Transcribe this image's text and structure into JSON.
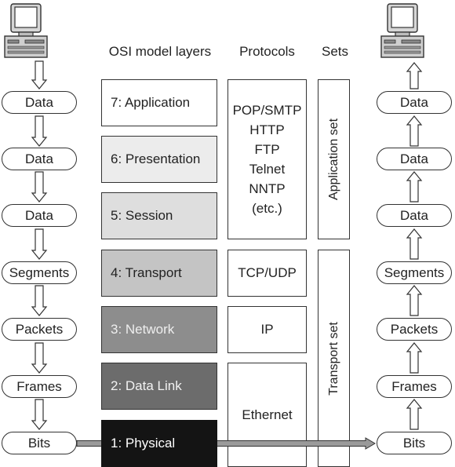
{
  "headers": {
    "layers": "OSI model layers",
    "protocols": "Protocols",
    "sets": "Sets"
  },
  "left_column": [
    "Data",
    "Data",
    "Data",
    "Segments",
    "Packets",
    "Frames",
    "Bits"
  ],
  "right_column": [
    "Data",
    "Data",
    "Data",
    "Segments",
    "Packets",
    "Frames",
    "Bits"
  ],
  "layers": [
    {
      "label": "7: Application",
      "fill": "#ffffff",
      "text_color": "#222222"
    },
    {
      "label": "6: Presentation",
      "fill": "#ececec",
      "text_color": "#222222"
    },
    {
      "label": "5: Session",
      "fill": "#dedede",
      "text_color": "#222222"
    },
    {
      "label": "4: Transport",
      "fill": "#c4c4c4",
      "text_color": "#222222"
    },
    {
      "label": "3: Network",
      "fill": "#8d8d8d",
      "text_color": "#eeeeee"
    },
    {
      "label": "2: Data Link",
      "fill": "#6c6c6c",
      "text_color": "#f2f2f2"
    },
    {
      "label": "1: Physical",
      "fill": "#141414",
      "text_color": "#ffffff"
    }
  ],
  "protocols": {
    "application": [
      "POP/SMTP",
      "HTTP",
      "FTP",
      "Telnet",
      "NNTP",
      "(etc.)"
    ],
    "transport": "TCP/UDP",
    "network": "IP",
    "link": "Ethernet"
  },
  "sets": {
    "application": "Application set",
    "transport": "Transport set"
  },
  "colors": {
    "arrow": "#9a9a9a",
    "outline": "#333333"
  },
  "icons": {
    "sender": "computer-icon",
    "receiver": "computer-icon"
  }
}
